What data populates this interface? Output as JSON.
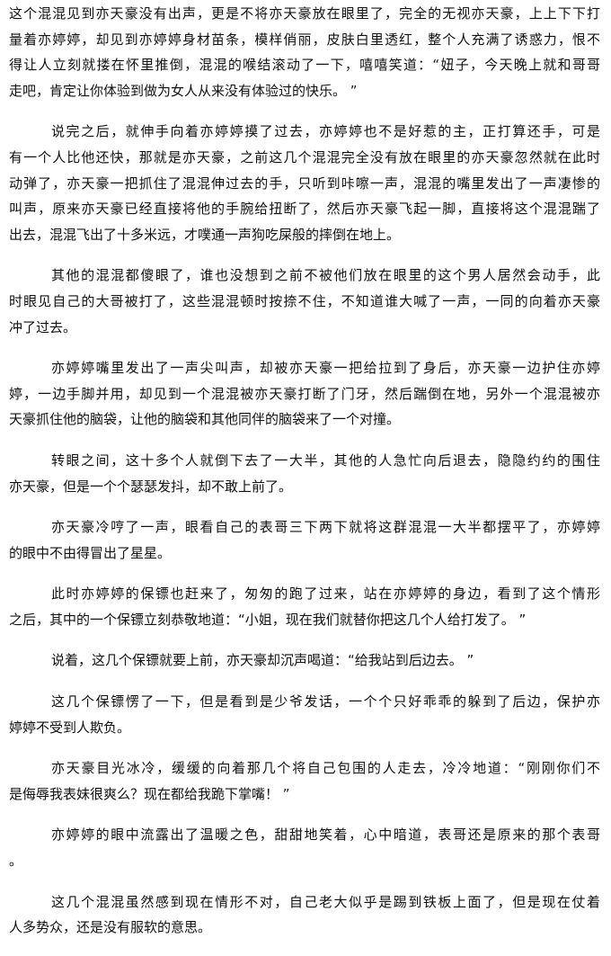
{
  "paragraphs": [
    {
      "indent": false,
      "lines": [
        "这个混混见到亦天豪没有出声，更是不将亦天豪放在眼里了，完全的无视亦天豪，上上下下打",
        "量着亦婷婷，却见到亦婷婷身材苗条，模样俏丽，皮肤白里透红，整个人充满了诱惑力，恨不",
        "得让人立刻就搂在怀里推倒，混混的喉结滚动了一下，嘻嘻笑道：“妞子，今天晚上就和哥哥",
        "走吧，肯定让你体验到做为女人从来没有体验过的快乐。 ”"
      ]
    },
    {
      "indent": true,
      "lines": [
        "说完之后，就伸手向着亦婷婷摸了过去，亦婷婷也不是好惹的主，正打算还手，可是",
        "有一个人比他还快，那就是亦天豪，之前这几个混混完全没有放在眼里的亦天豪忽然就在此时",
        "动弹了，亦天豪一把抓住了混混伸过去的手，只听到咔嚓一声，混混的嘴里发出了一声凄惨的",
        "叫声，原来亦天豪已经直接将他的手腕给扭断了，然后亦天豪飞起一脚，直接将这个混混踹了",
        "出去，混混飞出了十多米远，才噗通一声狗吃屎般的摔倒在地上。"
      ]
    },
    {
      "indent": true,
      "lines": [
        "其他的混混都傻眼了，谁也没想到之前不被他们放在眼里的这个男人居然会动手，此",
        "时眼见自己的大哥被打了，这些混混顿时按捺不住，不知道谁大喊了一声，一同的向着亦天豪",
        "冲了过去。"
      ]
    },
    {
      "indent": true,
      "lines": [
        "亦婷婷嘴里发出了一声尖叫声，却被亦天豪一把给拉到了身后，亦天豪一边护住亦婷",
        "婷，一边手脚并用，却见到一个混混被亦天豪打断了门牙，然后踹倒在地，另外一个混混被亦",
        "天豪抓住他的脑袋，让他的脑袋和其他同伴的脑袋来了一个对撞。"
      ]
    },
    {
      "indent": true,
      "lines": [
        "转眼之间，这十多个人就倒下去了一大半，其他的人急忙向后退去，隐隐约约的围住",
        "亦天豪，但是一个个瑟瑟发抖，却不敢上前了。"
      ]
    },
    {
      "indent": true,
      "lines": [
        "亦天豪冷哼了一声，眼看自己的表哥三下两下就将这群混混一大半都摆平了，亦婷婷",
        "的眼中不由得冒出了星星。"
      ]
    },
    {
      "indent": true,
      "lines": [
        "此时亦婷婷的保镖也赶来了，匆匆的跑了过来，站在亦婷婷的身边，看到了这个情形",
        "之后，其中的一个保镖立刻恭敬地道：“小姐，现在我们就替你把这几个人给打发了。 ”"
      ]
    },
    {
      "indent": true,
      "lines": [
        "说着，这几个保镖就要上前，亦天豪却沉声喝道：“给我站到后边去。 ”"
      ]
    },
    {
      "indent": true,
      "lines": [
        "这几个保镖愣了一下，但是看到是少爷发话，一个个只好乖乖的躲到了后边，保护亦",
        "婷婷不受到人欺负。"
      ]
    },
    {
      "indent": true,
      "lines": [
        "亦天豪目光冰冷，缓缓的向着那几个将自己包围的人走去，冷冷地道：“刚刚你们不",
        "是侮辱我表妹很爽么？现在都给我跪下掌嘴！ ”"
      ]
    },
    {
      "indent": true,
      "lines": [
        "亦婷婷的眼中流露出了温暖之色，甜甜地笑着，心中暗道，表哥还是原来的那个表哥",
        "。"
      ]
    },
    {
      "indent": true,
      "lines": [
        "这几个混混虽然感到现在情形不对，自己老大似乎是踢到铁板上面了，但是现在仗着",
        "人多势众，还是没有服软的意思。"
      ]
    }
  ]
}
